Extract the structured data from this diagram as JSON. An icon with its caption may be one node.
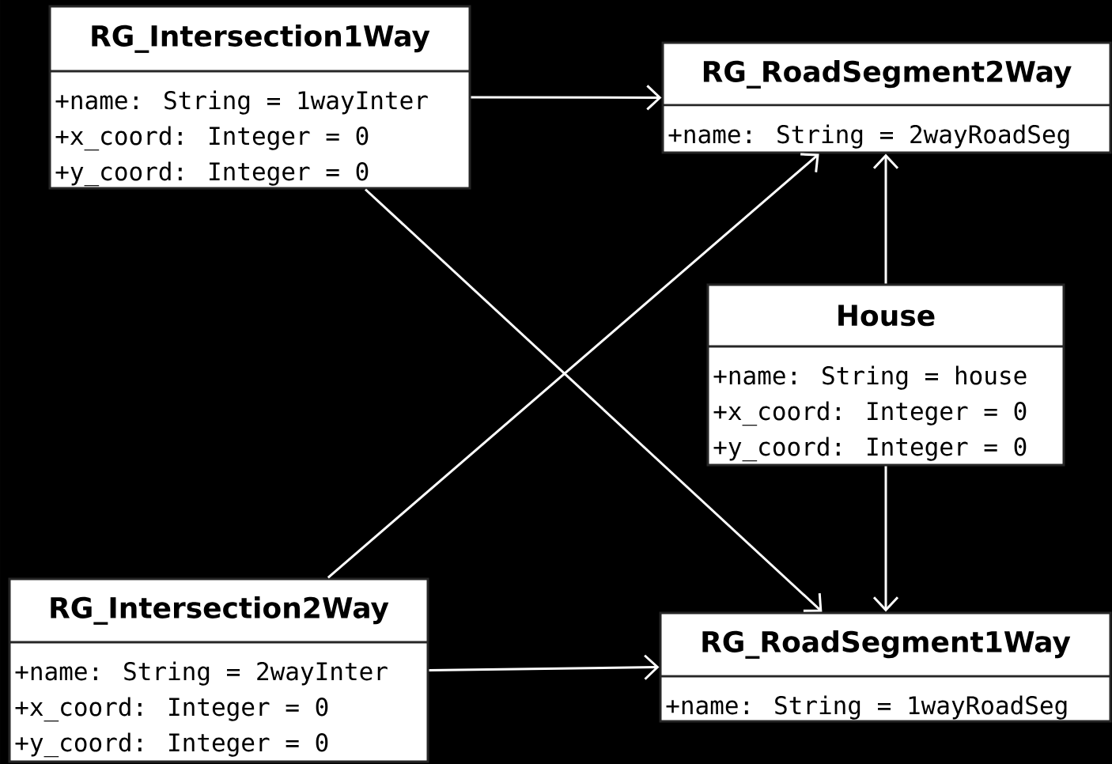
{
  "diagram": {
    "nodes": [
      {
        "text": [
          "RG_Intersection1Way",
          "+name: String = 1wayInter",
          "+x_coord: Integer = 0",
          "+y_coord: Integer = 0"
        ]
      },
      {
        "text": [
          "RG_RoadSegment2Way",
          "+name: String = 2wayRoadSeg"
        ]
      },
      {
        "text": [
          "House",
          "+name: String = house",
          "+x_coord: Integer = 0",
          "+y_coord: Integer = 0"
        ]
      },
      {
        "text": [
          "RG_Intersection2Way",
          "+name: String = 2wayInter",
          "+x_coord: Integer = 0",
          "+y_coord: Integer = 0"
        ]
      },
      {
        "text": [
          "RG_RoadSegment1Way",
          "+name: String = 1wayRoadSeg"
        ]
      }
    ],
    "edges": [
      {
        "from": 0,
        "to": 1,
        "arrow": "to"
      },
      {
        "from": 0,
        "to": 4,
        "arrow": "to"
      },
      {
        "from": 3,
        "to": 1,
        "arrow": "to"
      },
      {
        "from": 2,
        "to": 1,
        "arrow": "to"
      },
      {
        "from": 2,
        "to": 4,
        "arrow": "to"
      },
      {
        "from": 3,
        "to": 4,
        "arrow": "to"
      }
    ]
  }
}
